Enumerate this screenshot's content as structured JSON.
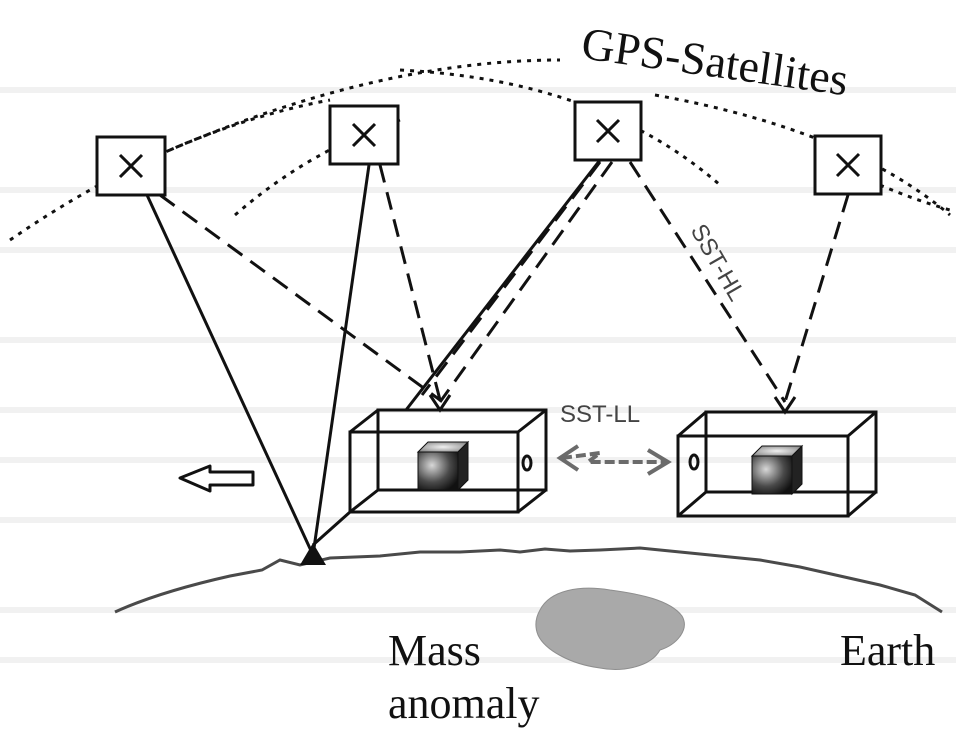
{
  "labels": {
    "title": "GPS-Satellites",
    "sst_hl": "SST-HL",
    "sst_ll": "SST-LL",
    "mass_line1": "Mass",
    "mass_line2": "anomaly",
    "earth": "Earth"
  },
  "colors": {
    "ink": "#111111",
    "earth_line": "#4a4a4a",
    "anomaly": "#a9a9a9",
    "arrow_grey": "#6b6b6b",
    "paper_noise": "#f2f2f2"
  },
  "icons": {
    "satellite": "boxed-x",
    "ground_station": "triangle",
    "direction": "hollow-arrow-left"
  }
}
